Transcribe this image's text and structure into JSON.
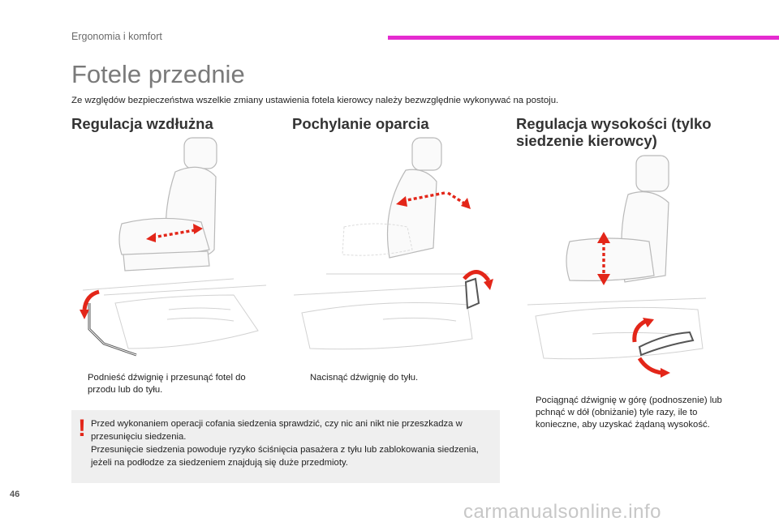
{
  "header": {
    "section": "Ergonomia i komfort",
    "accent_color": "#e52bd0"
  },
  "page": {
    "title": "Fotele przednie",
    "intro": "Ze względów bezpieczeństwa wszelkie zmiany ustawienia fotela kierowcy należy bezwzględnie wykonywać na postoju.",
    "number": "46"
  },
  "columns": [
    {
      "title": "Regulacja wzdłużna",
      "bullet": "Podnieść dźwignię i przesunąć fotel do przodu lub do tyłu."
    },
    {
      "title": "Pochylanie oparcia",
      "bullet": "Nacisnąć dźwignię do tyłu."
    },
    {
      "title": "Regulacja wysokości (tylko siedzenie kierowcy)",
      "bullet": "Pociągnąć dźwignię w górę (podnoszenie) lub pchnąć w dół (obniżanie) tyle razy, ile to konieczne, aby uzyskać żądaną wysokość."
    }
  ],
  "warning": {
    "icon": "exclamation-icon",
    "line1": "Przed wykonaniem operacji cofania siedzenia sprawdzić, czy nic ani nikt nie przeszkadza w przesunięciu siedzenia.",
    "line2": "Przesunięcie siedzenia powoduje ryzyko ściśnięcia pasażera z tyłu lub zablokowania siedzenia, jeżeli na podłodze za siedzeniem znajdują się duże przedmioty.",
    "color": "#e32619"
  },
  "bullet_mark": "",
  "watermark": "carmanualsonline.info",
  "arrow_color": "#e32619"
}
